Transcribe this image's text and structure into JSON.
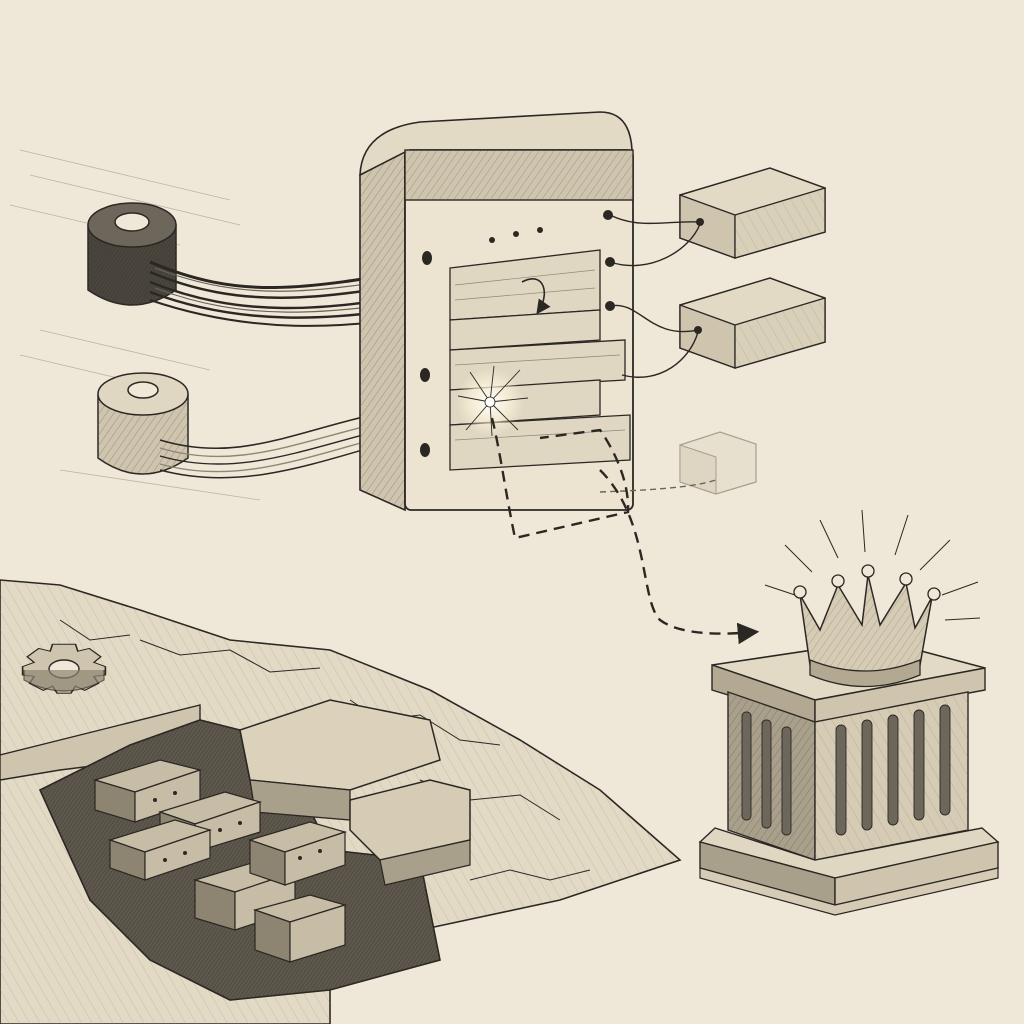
{
  "image": {
    "style": "pencil-sketch illustration",
    "colors": {
      "paper": "#efe8d8",
      "ink": "#2b2824",
      "shade_light": "#d8cfbd",
      "shade_mid": "#b3a993",
      "shade_dark": "#4a453d",
      "spark": "#fff6dc"
    },
    "objects": [
      "dark-cable-spool",
      "light-cable-spool",
      "junction-panel",
      "upper-output-block",
      "middle-output-block",
      "faint-output-block",
      "dashed-path-arrow",
      "spark-burst",
      "crown",
      "fluted-pedestal",
      "cracked-stone-slab",
      "gear-icon",
      "stacked-bricks-pit"
    ]
  }
}
